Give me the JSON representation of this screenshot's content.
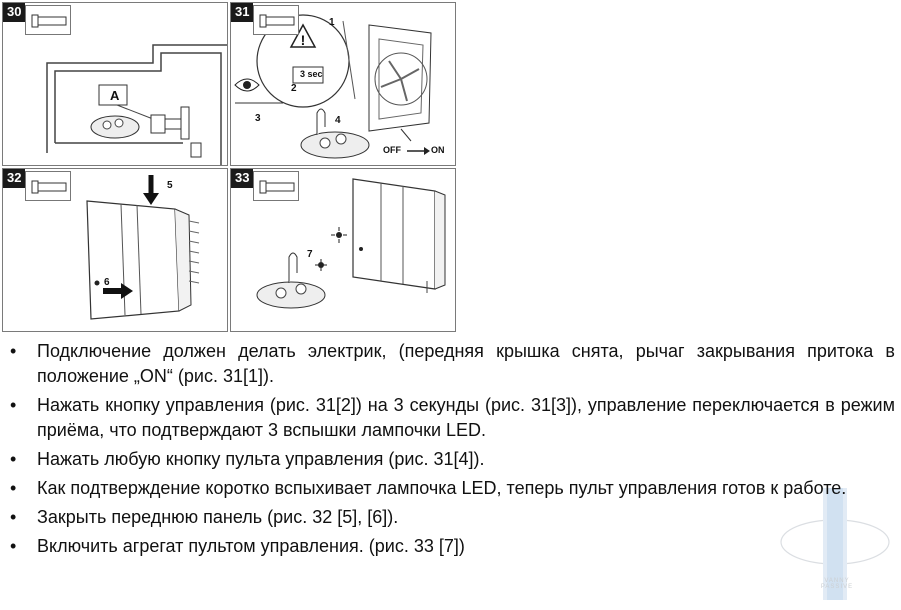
{
  "panels": [
    {
      "number": "30",
      "label_a": "A"
    },
    {
      "number": "31",
      "label_3sec": "3 sec",
      "label_off": "OFF",
      "label_on": "ON",
      "callouts": [
        "1",
        "2",
        "3",
        "4"
      ]
    },
    {
      "number": "32",
      "callouts": [
        "5",
        "6"
      ]
    },
    {
      "number": "33",
      "callouts": [
        "7"
      ]
    }
  ],
  "instructions": [
    "Подключение должен делать электрик, (передняя крышка снята, рычаг закрывания притока в положение „ON“ (рис. 31[1]).",
    "Нажать кнопку управления (рис. 31[2]) на 3 секунды (рис. 31[3]), управление переключается в режим приёма, что подтверждают 3 вспышки лампочки LED.",
    "Нажать любую кнопку пульта управления (рис. 31[4]).",
    "Как подтверждение коротко вспыхивает лампочка LED, теперь пульт управления готов к работе.",
    "Закрыть переднюю панель (рис. 32 [5], [6]).",
    "Включить агрегат пультом управления. (рис. 33 [7])"
  ],
  "bullet_glyph": "•",
  "watermark_text": "VANNY PASSIVE",
  "colors": {
    "panel_border": "#7a7a7a",
    "label_bg": "#1a1a1a",
    "line": "#444444",
    "watermark": "#b8cfe6"
  }
}
